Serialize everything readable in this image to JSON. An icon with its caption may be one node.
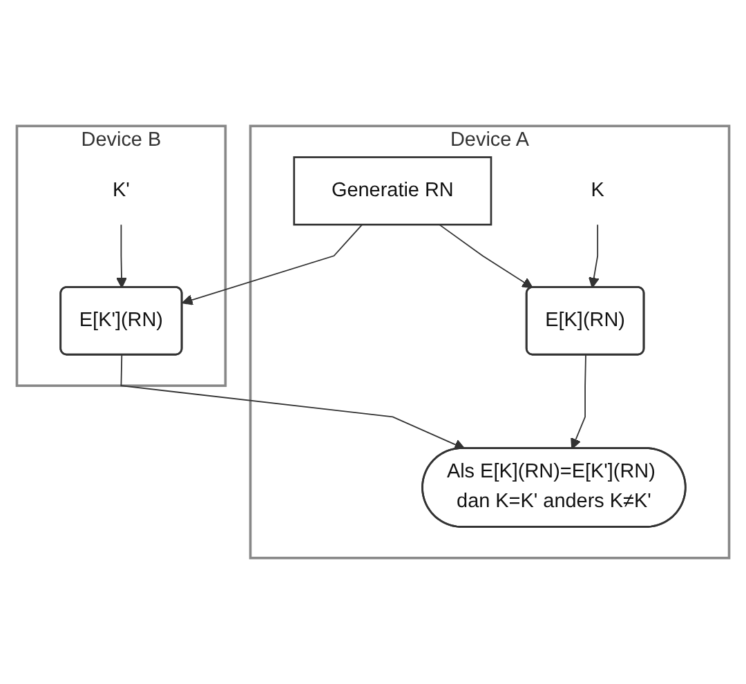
{
  "diagram": {
    "nodes": [
      {
        "text": [
          "Device A"
        ]
      },
      {
        "text": [
          "Device B"
        ]
      },
      {
        "text": [
          "Generatie RN"
        ],
        "in": 0
      },
      {
        "text": [
          "K"
        ],
        "in": 0
      },
      {
        "text": [
          "E[K](RN)"
        ],
        "in": 0
      },
      {
        "text": [
          "Als E[K](RN)=E[K'](RN) dan K=K' anders K≠K'"
        ],
        "in": 0
      },
      {
        "text": [
          "K'"
        ],
        "in": 1
      },
      {
        "text": [
          "E[K'](RN)"
        ],
        "in": 1
      }
    ],
    "edges": [
      {
        "from": 2,
        "to": 4,
        "arrow": "to"
      },
      {
        "from": 2,
        "to": 7,
        "arrow": "to"
      },
      {
        "from": 3,
        "to": 4,
        "arrow": "to"
      },
      {
        "from": 6,
        "to": 7,
        "arrow": "to"
      },
      {
        "from": 4,
        "to": 5,
        "arrow": "to"
      },
      {
        "from": 7,
        "to": 5,
        "arrow": "to"
      }
    ]
  }
}
